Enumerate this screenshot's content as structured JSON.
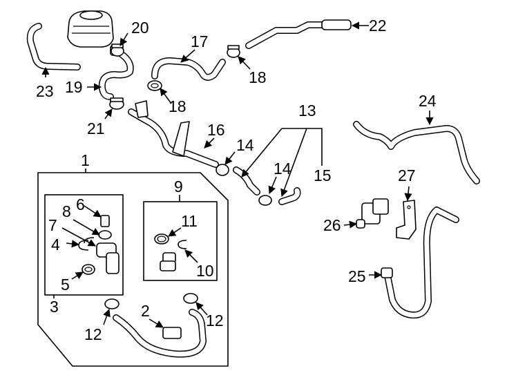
{
  "callouts": {
    "c1": "1",
    "c2": "2",
    "c3": "3",
    "c4": "4",
    "c5": "5",
    "c6": "6",
    "c7": "7",
    "c8": "8",
    "c9": "9",
    "c10": "10",
    "c11": "11",
    "c12a": "12",
    "c12b": "12",
    "c13": "13",
    "c14a": "14",
    "c14b": "14",
    "c15": "15",
    "c16": "16",
    "c17": "17",
    "c18a": "18",
    "c18b": "18",
    "c19": "19",
    "c20": "20",
    "c21": "21",
    "c22": "22",
    "c23": "23",
    "c24": "24",
    "c25": "25",
    "c26": "26",
    "c27": "27"
  }
}
